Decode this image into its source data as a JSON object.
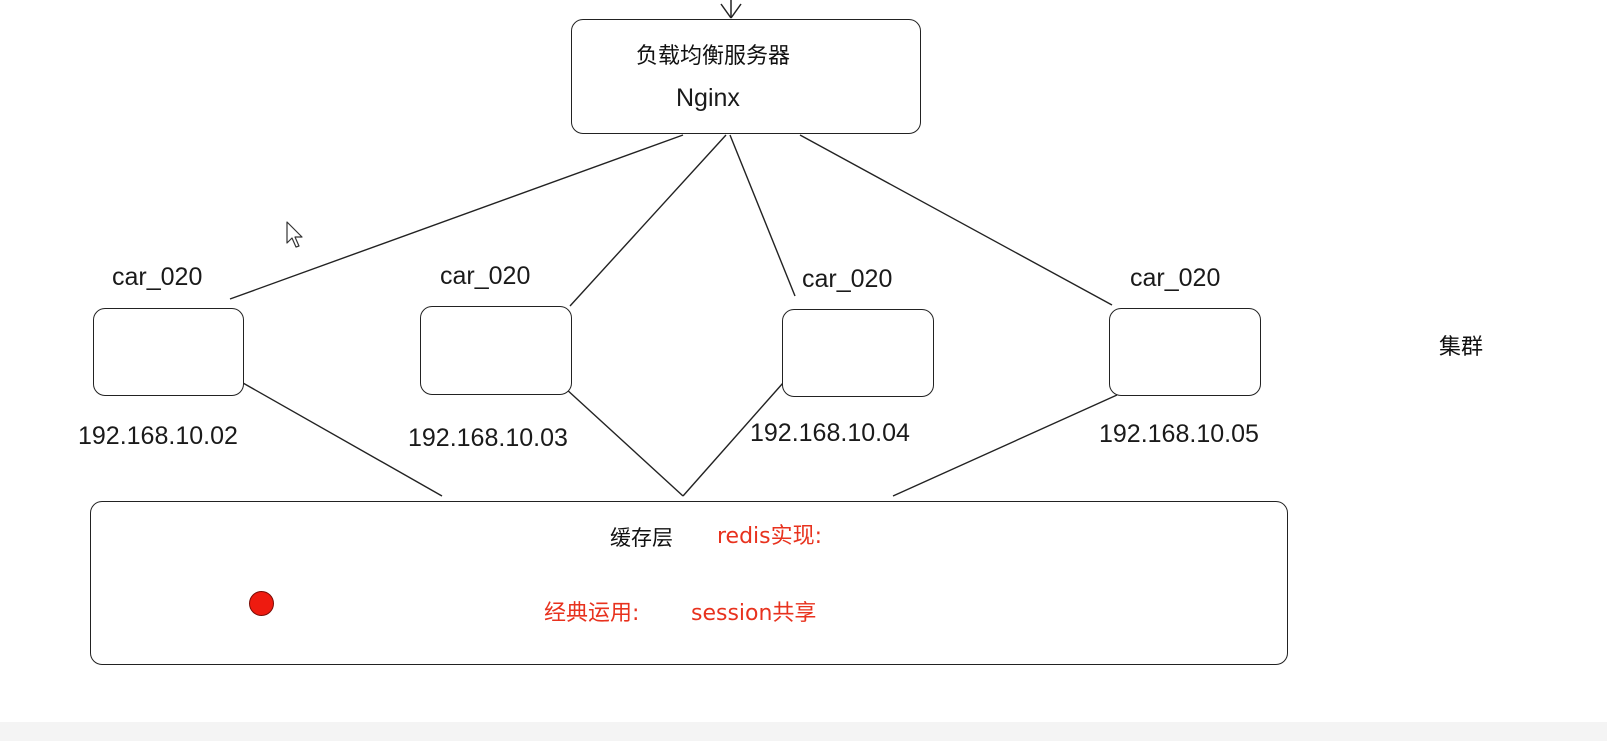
{
  "load_balancer": {
    "title": "负载均衡服务器",
    "name": "Nginx"
  },
  "servers": [
    {
      "name": "car_020",
      "ip": "192.168.10.02"
    },
    {
      "name": "car_020",
      "ip": "192.168.10.03"
    },
    {
      "name": "car_020",
      "ip": "192.168.10.04"
    },
    {
      "name": "car_020",
      "ip": "192.168.10.05"
    }
  ],
  "cluster_label": "集群",
  "cache_layer": {
    "title": "缓存层",
    "impl": "redis实现:",
    "usage_label": "经典运用:",
    "usage_value": "session共享"
  },
  "colors": {
    "annotation_red": "#e8321e",
    "dot_red": "#ee1b10",
    "stroke": "#222222"
  },
  "icons": [
    "mouse-cursor-icon",
    "arrow-down-icon",
    "red-dot-marker"
  ]
}
